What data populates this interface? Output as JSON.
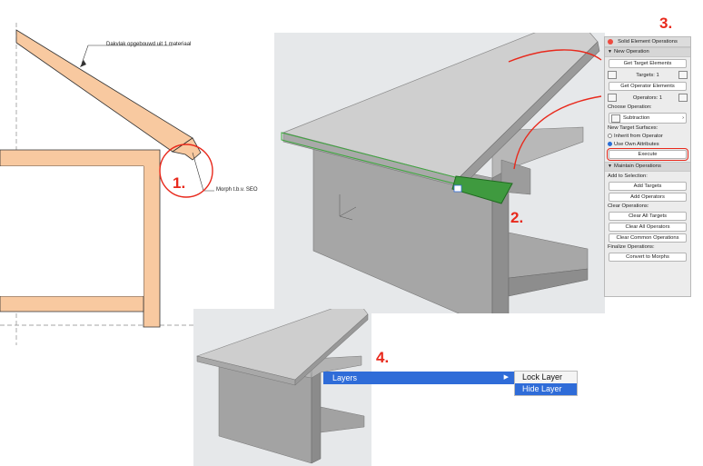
{
  "drawing": {
    "annotation_top": "Dakvlak opgebouwd uit 1 materiaal",
    "annotation_morph": "Morph t.b.v. SEO"
  },
  "steps": {
    "s1": "1.",
    "s2": "2.",
    "s3": "3.",
    "s4": "4."
  },
  "palette": {
    "title": "Solid Element Operations",
    "new_operation": "New Operation",
    "get_target_elements": "Get Target Elements",
    "targets_label": "Targets: 1",
    "get_operator_elements": "Get Operator Elements",
    "operators_label": "Operators: 1",
    "choose_operation": "Choose Operation:",
    "operation_value": "Subtraction",
    "new_target_surfaces": "New Target Surfaces:",
    "inherit_from_operator": "Inherit from Operator",
    "use_own_attributes": "Use Own Attributes",
    "execute": "Execute",
    "maintain_operations": "Maintain Operations",
    "add_to_selection": "Add to Selection:",
    "add_targets": "Add Targets",
    "add_operators": "Add Operators",
    "clear_operations": "Clear Operations:",
    "clear_all_targets": "Clear All Targets",
    "clear_all_operators": "Clear All Operators",
    "clear_common_operations": "Clear Common Operations",
    "finalize_operations": "Finalize Operations:",
    "convert_to_morphs": "Convert to Morphs"
  },
  "context_menu": {
    "layers": "Layers",
    "submenu": [
      "Lock Layer",
      "Hide Layer"
    ]
  },
  "colors": {
    "accent": "#e8291c",
    "selection": "#2f6cd8",
    "roof_section": "#f8c9a0"
  }
}
